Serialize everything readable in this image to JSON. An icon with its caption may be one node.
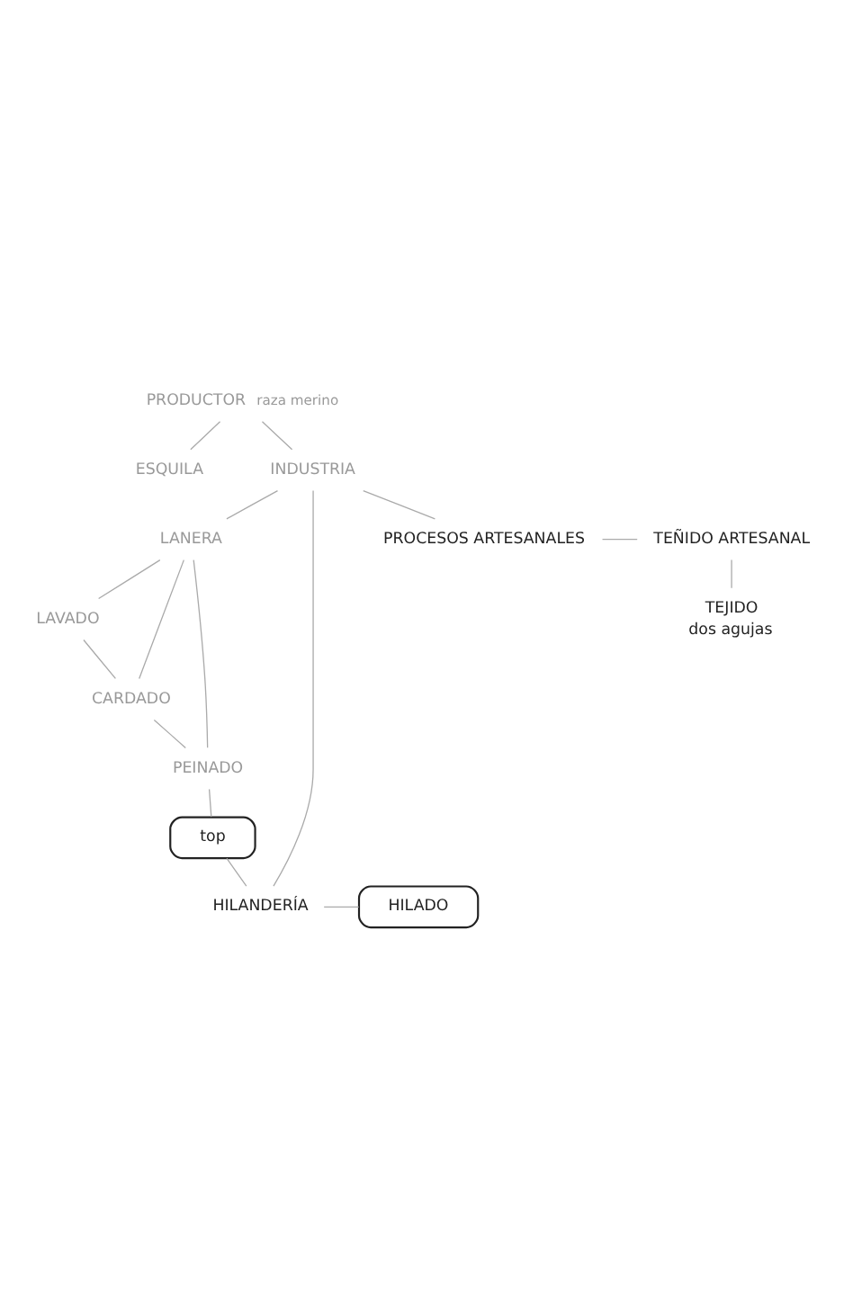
{
  "diagram": {
    "nodes": [
      {
        "text": [
          "PRODUCTOR"
        ],
        "beside": [
          "raza merino"
        ]
      },
      {
        "text": [
          "ESQUILA"
        ]
      },
      {
        "text": [
          "INDUSTRIA"
        ]
      },
      {
        "text": [
          "LANERA"
        ]
      },
      {
        "text": [
          "LAVADO"
        ]
      },
      {
        "text": [
          "CARDADO"
        ]
      },
      {
        "text": [
          "PEINADO"
        ]
      },
      {
        "text": [
          "top"
        ]
      },
      {
        "text": [
          "HILANDERÍA"
        ]
      },
      {
        "text": [
          "HILADO"
        ]
      },
      {
        "text": [
          "PROCESOS ARTESANALES"
        ]
      },
      {
        "text": [
          "TEÑIDO ARTESANAL"
        ]
      },
      {
        "text": [
          "TEJIDO",
          "dos agujas"
        ]
      }
    ],
    "edges": [
      {
        "from": 0,
        "to": 1,
        "arrow": "none"
      },
      {
        "from": 0,
        "to": 2,
        "arrow": "none"
      },
      {
        "from": 2,
        "to": 3,
        "arrow": "none"
      },
      {
        "from": 3,
        "to": 4,
        "arrow": "none"
      },
      {
        "from": 3,
        "to": 5,
        "arrow": "none"
      },
      {
        "from": 3,
        "to": 6,
        "arrow": "none"
      },
      {
        "from": 4,
        "to": 5,
        "arrow": "none"
      },
      {
        "from": 5,
        "to": 6,
        "arrow": "none"
      },
      {
        "from": 6,
        "to": 7,
        "arrow": "none"
      },
      {
        "from": 7,
        "to": 8,
        "arrow": "none"
      },
      {
        "from": 2,
        "to": 8,
        "arrow": "none"
      },
      {
        "from": 8,
        "to": 9,
        "arrow": "none"
      },
      {
        "from": 2,
        "to": 10,
        "arrow": "none"
      },
      {
        "from": 10,
        "to": 11,
        "arrow": "none"
      },
      {
        "from": 11,
        "to": 12,
        "arrow": "none"
      }
    ]
  }
}
